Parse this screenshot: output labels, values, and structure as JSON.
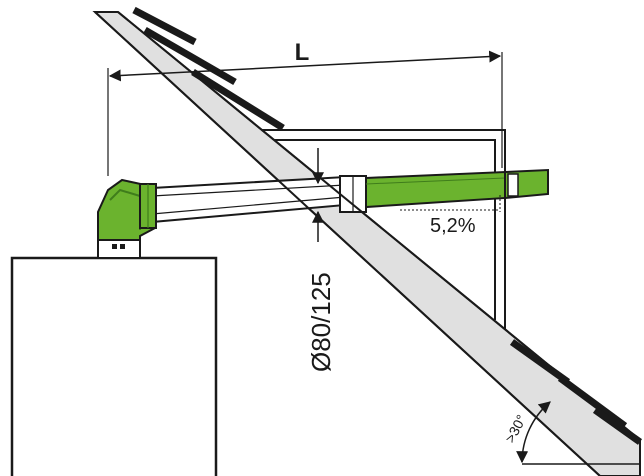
{
  "labels": {
    "length": "L",
    "diameter": "Ø80/125",
    "slope": "5,2%",
    "roof_angle": ">30°"
  },
  "colors": {
    "pipe_green": "#6bb32e",
    "pipe_green_dark": "#3f7d1b",
    "roof_fill": "#e0e0e0",
    "outline": "#1a1a1a",
    "background": "#ffffff"
  }
}
